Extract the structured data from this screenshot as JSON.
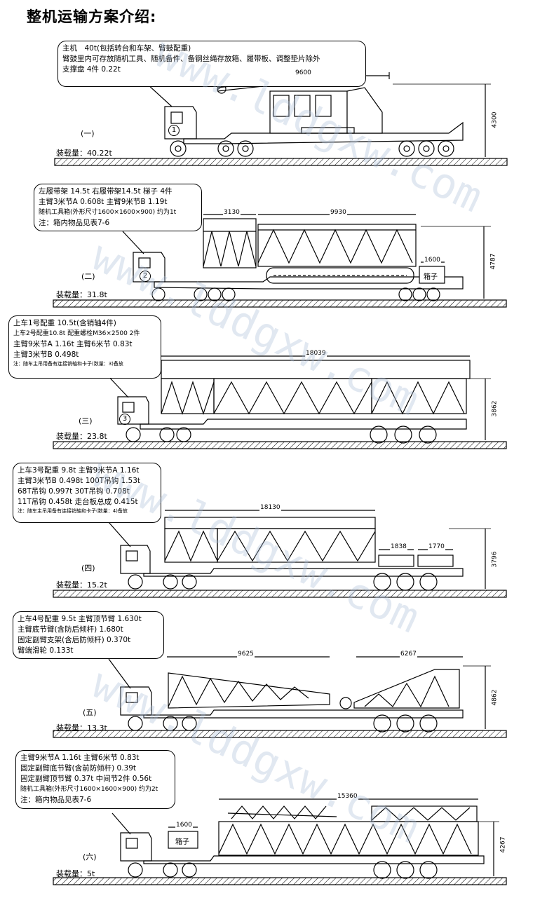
{
  "title": "整机运输方案介绍:",
  "sections": [
    {
      "lines": [
        "主机　40t(包括转台和车架、臂鼓配重)",
        "臂鼓里内可存放随机工具、随机备件、备钢丝绳存放箱、履带板、调整垫片除外",
        "支撑盘 4件 0.22t"
      ],
      "label": "(一)",
      "weight": "装载量：40.22t",
      "dims": {
        "length": "9600",
        "height": "4300"
      },
      "circle": "1"
    },
    {
      "lines": [
        "左履带架 14.5t 右履带架14.5t 梯子 4件",
        "主臂3米节A 0.608t 主臂9米节B 1.19t",
        "随机工具箱(外形尺寸1600×1600×900) 约为1t",
        "注：箱内物品见表7-6"
      ],
      "label": "(二)",
      "weight": "装载量：31.8t",
      "dims": {
        "a": "3130",
        "b": "9930",
        "box_w": "1600",
        "height": "4787"
      },
      "box": "箱子",
      "circle": "2"
    },
    {
      "lines": [
        "上车1号配重 10.5t(含销轴4件)",
        "上车2号配重10.8t 配重螺栓M36×2500 2件",
        "主臂9米节A 1.16t 主臂6米节 0.83t",
        "主臂3米节B 0.498t",
        "注：随车主吊用备有连接销轴和卡子(数量：3)备放"
      ],
      "label": "(三)",
      "weight": "装载量：23.8t",
      "dims": {
        "length": "18039",
        "height": "3862"
      },
      "circle": "3"
    },
    {
      "lines": [
        "上车3号配重 9.8t 主臂9米节A 1.16t",
        "主臂3米节B 0.498t 100T吊钩 1.53t",
        "68T吊钩 0.997t 30T吊钩 0.708t",
        "11T吊钩 0.458t 走台板总成 0.415t",
        "注：随车主吊用备有连接销轴和卡子(数量：4)备放"
      ],
      "label": "(四)",
      "weight": "装载量：15.2t",
      "dims": {
        "length": "18130",
        "a": "1838",
        "b": "1770",
        "height": "3796"
      }
    },
    {
      "lines": [
        "上车4号配重 9.5t 主臂顶节臂 1.630t",
        "主臂底节臂(含防后倾杆) 1.680t",
        "固定副臂支架(含后防倾杆) 0.370t",
        "臂端滑轮 0.133t"
      ],
      "label": "(五)",
      "weight": "装载量：13.3t",
      "dims": {
        "a": "9625",
        "b": "6267",
        "height": "4862"
      }
    },
    {
      "lines": [
        "主臂9米节A 1.16t 主臂6米节 0.83t",
        "固定副臂底节臂(含前防倾杆) 0.39t",
        "固定副臂顶节臂 0.37t 中间节2件 0.56t",
        "随机工具箱(外形尺寸1600×1600×900) 约为2t",
        "注：箱内物品见表7-6"
      ],
      "label": "(六)",
      "weight": "装载量：5t",
      "dims": {
        "length": "15360",
        "box_w": "1600",
        "height": "4267"
      },
      "box": "箱子"
    }
  ],
  "watermark": "www.lddgxw.com"
}
